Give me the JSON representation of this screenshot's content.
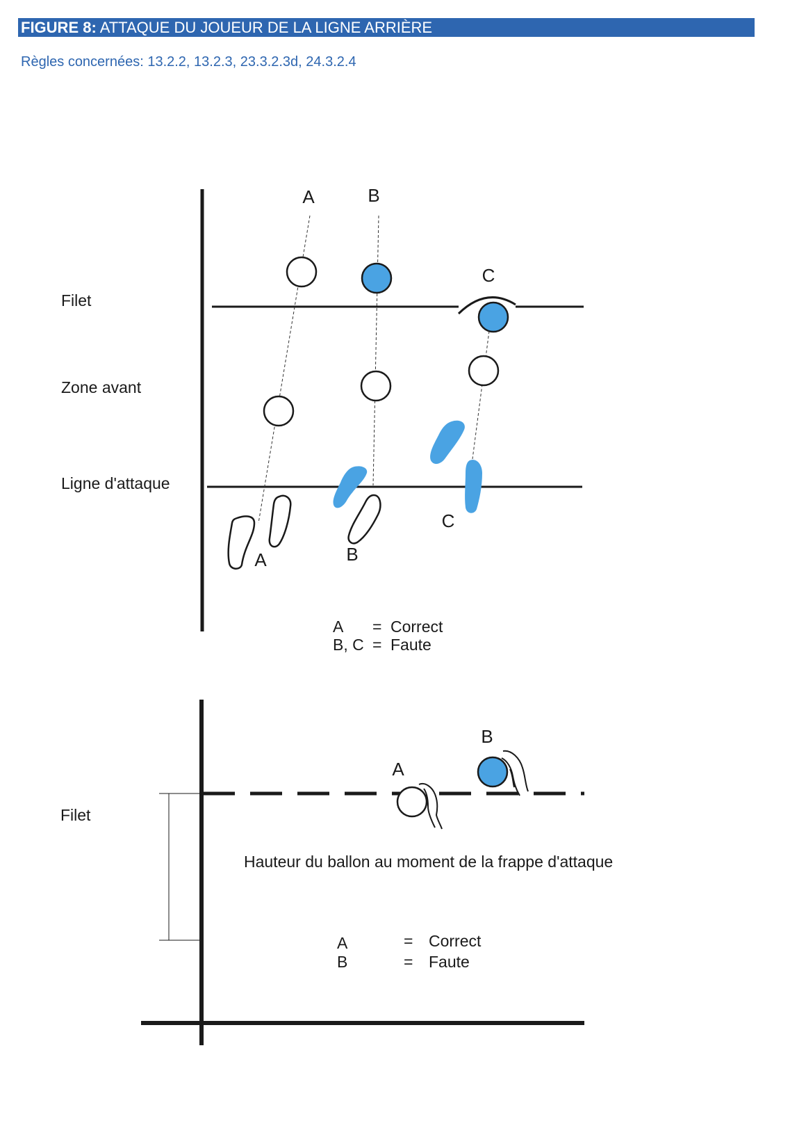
{
  "header": {
    "figure_number": "FIGURE 8:",
    "title": "ATTAQUE DU JOUEUR DE LA LIGNE ARRIÈRE",
    "rules": "Règles concernées: 13.2.2, 13.2.3, 23.3.2.3d, 24.3.2.4"
  },
  "colors": {
    "accent": "#2e66b0",
    "ball_fill": "#4aa3e3",
    "line": "#1a1a1a"
  },
  "top_diagram": {
    "zone_labels": {
      "net": "Filet",
      "front_zone": "Zone avant",
      "attack_line": "Ligne d'attaque"
    },
    "player_labels": {
      "a_top": "A",
      "b_top": "B",
      "c_top": "C",
      "a_feet": "A",
      "b_feet": "B",
      "c_feet": "C"
    },
    "legend": [
      {
        "key": "A",
        "eq": "=",
        "value": "Correct"
      },
      {
        "key": "B, C",
        "eq": "=",
        "value": "Faute"
      }
    ]
  },
  "bottom_diagram": {
    "net_label": "Filet",
    "ball_labels": {
      "a": "A",
      "b": "B"
    },
    "caption": "Hauteur du ballon au moment de la frappe d'attaque",
    "legend": [
      {
        "key": "A",
        "eq": "=",
        "value": "Correct"
      },
      {
        "key": "B",
        "eq": "=",
        "value": "Faute"
      }
    ]
  }
}
